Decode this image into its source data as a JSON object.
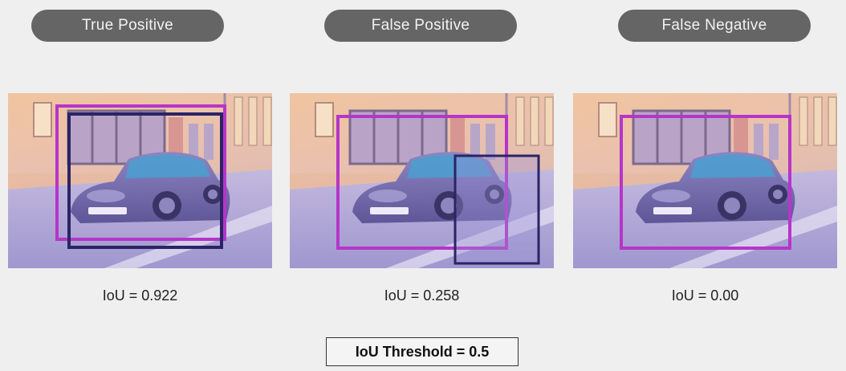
{
  "panels": [
    {
      "title": "True Positive",
      "iou_label": "IoU = 0.922"
    },
    {
      "title": "False Positive",
      "iou_label": "IoU = 0.258"
    },
    {
      "title": "False Negative",
      "iou_label": "IoU = 0.00"
    }
  ],
  "threshold_label": "IoU Threshold = 0.5",
  "colors": {
    "background": "#efefef",
    "pill": "#656565",
    "ground_truth_box": "#b635c9",
    "prediction_box": "#2a2466"
  }
}
